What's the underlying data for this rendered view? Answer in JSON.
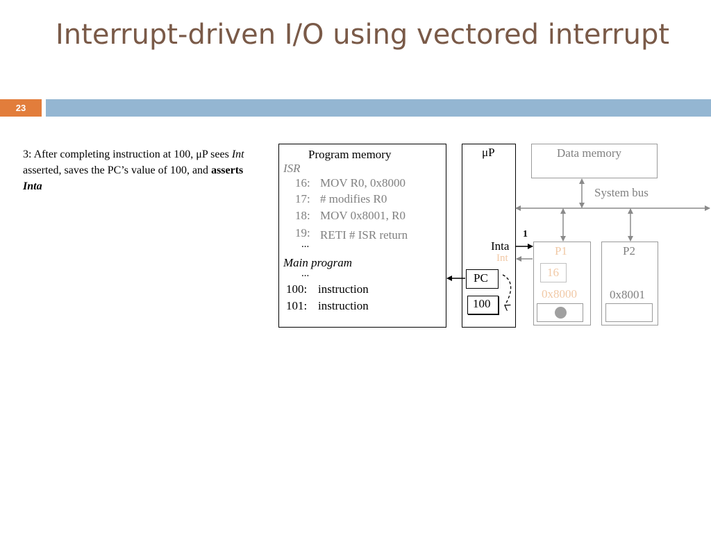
{
  "slide": {
    "title": "Interrupt-driven I/O using vectored interrupt",
    "number": "23"
  },
  "description": {
    "step_text": "3: After completing instruction at 100, μP sees ",
    "int_word": "Int",
    "middle_text": " asserted, saves the PC’s value of 100, and ",
    "asserts_word": "asserts",
    "inta_word": "Inta"
  },
  "program_memory": {
    "title": "Program memory",
    "isr_label": "ISR",
    "isr_lines": [
      {
        "addr": "16:",
        "code": "MOV R0, 0x8000"
      },
      {
        "addr": "17:",
        "code": "# modifies R0"
      },
      {
        "addr": "18:",
        "code": "MOV 0x8001, R0"
      },
      {
        "addr": "19:",
        "code": "RETI  # ISR return"
      }
    ],
    "ellipsis_1": "...",
    "main_label": "Main program",
    "ellipsis_2": "...",
    "main_lines": [
      {
        "addr": "100:",
        "code": "instruction"
      },
      {
        "addr": "101:",
        "code": "instruction"
      }
    ]
  },
  "microprocessor": {
    "title": "μP",
    "pc_label": "PC",
    "pc_value": "100",
    "inta_label": "Inta",
    "int_label": "Int",
    "signal_value": "1"
  },
  "data_memory": {
    "title": "Data memory"
  },
  "system_bus": {
    "label": "System bus"
  },
  "p1": {
    "title": "P1",
    "register_value": "16",
    "address": "0x8000"
  },
  "p2": {
    "title": "P2",
    "address": "0x8001"
  },
  "colors": {
    "title": "#7a5a48",
    "accent_orange": "#e27d3b",
    "accent_blue": "#94b6d2",
    "faded_text": "#f1c9a6",
    "gray": "#808080"
  }
}
